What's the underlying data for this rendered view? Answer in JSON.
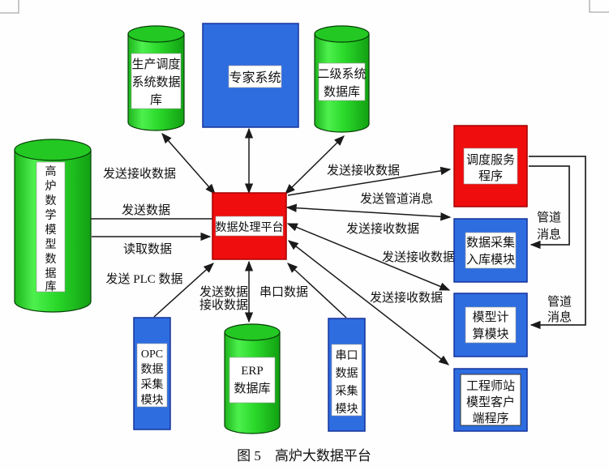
{
  "caption": "图 5　高炉大数据平台",
  "colors": {
    "green": "#2ad82a",
    "blue": "#2e6de0",
    "red": "#ef0d0d",
    "line": "#1a1a1a"
  },
  "nodes": {
    "prod_db": {
      "lines": [
        "生产调度",
        "系统数据",
        "库"
      ]
    },
    "expert": {
      "lines": [
        "专家系统"
      ]
    },
    "l2_db": {
      "lines": [
        "二级系统",
        "数据库"
      ]
    },
    "bf_model_db": {
      "lines": [
        "高",
        "炉",
        "数",
        "学",
        "模",
        "型",
        "数",
        "据",
        "库"
      ]
    },
    "platform": {
      "lines": [
        "数据处理平台"
      ]
    },
    "dispatch": {
      "lines": [
        "调度服务",
        "程序"
      ]
    },
    "ingest": {
      "lines": [
        "数据采集",
        "入库模块"
      ]
    },
    "model_calc": {
      "lines": [
        "模型计",
        "算模块"
      ]
    },
    "engineer": {
      "lines": [
        "工程师站",
        "模型客户",
        "端程序"
      ]
    },
    "opc": {
      "lines": [
        "OPC",
        "数据",
        "采集",
        "模块"
      ]
    },
    "erp": {
      "lines": [
        "ERP",
        "数据库"
      ]
    },
    "serial": {
      "lines": [
        "串口",
        "数据",
        "采集",
        "模块"
      ]
    }
  },
  "edge_labels": {
    "prod": "发送接收数据",
    "send_data": "发送数据",
    "read_data": "读取数据",
    "send_plc": "发送 PLC 数据",
    "erp": [
      "发送数据",
      "接收数据"
    ],
    "serial": "串口数据",
    "dispatch": "发送接收数据",
    "send_pipe": "发送管道消息",
    "ingest": "发送接收数据",
    "model_calc": "发送接收数据",
    "engineer": "发送接收数据",
    "pipe1": [
      "管道",
      "消息"
    ],
    "pipe2": [
      "管道",
      "消息"
    ]
  }
}
